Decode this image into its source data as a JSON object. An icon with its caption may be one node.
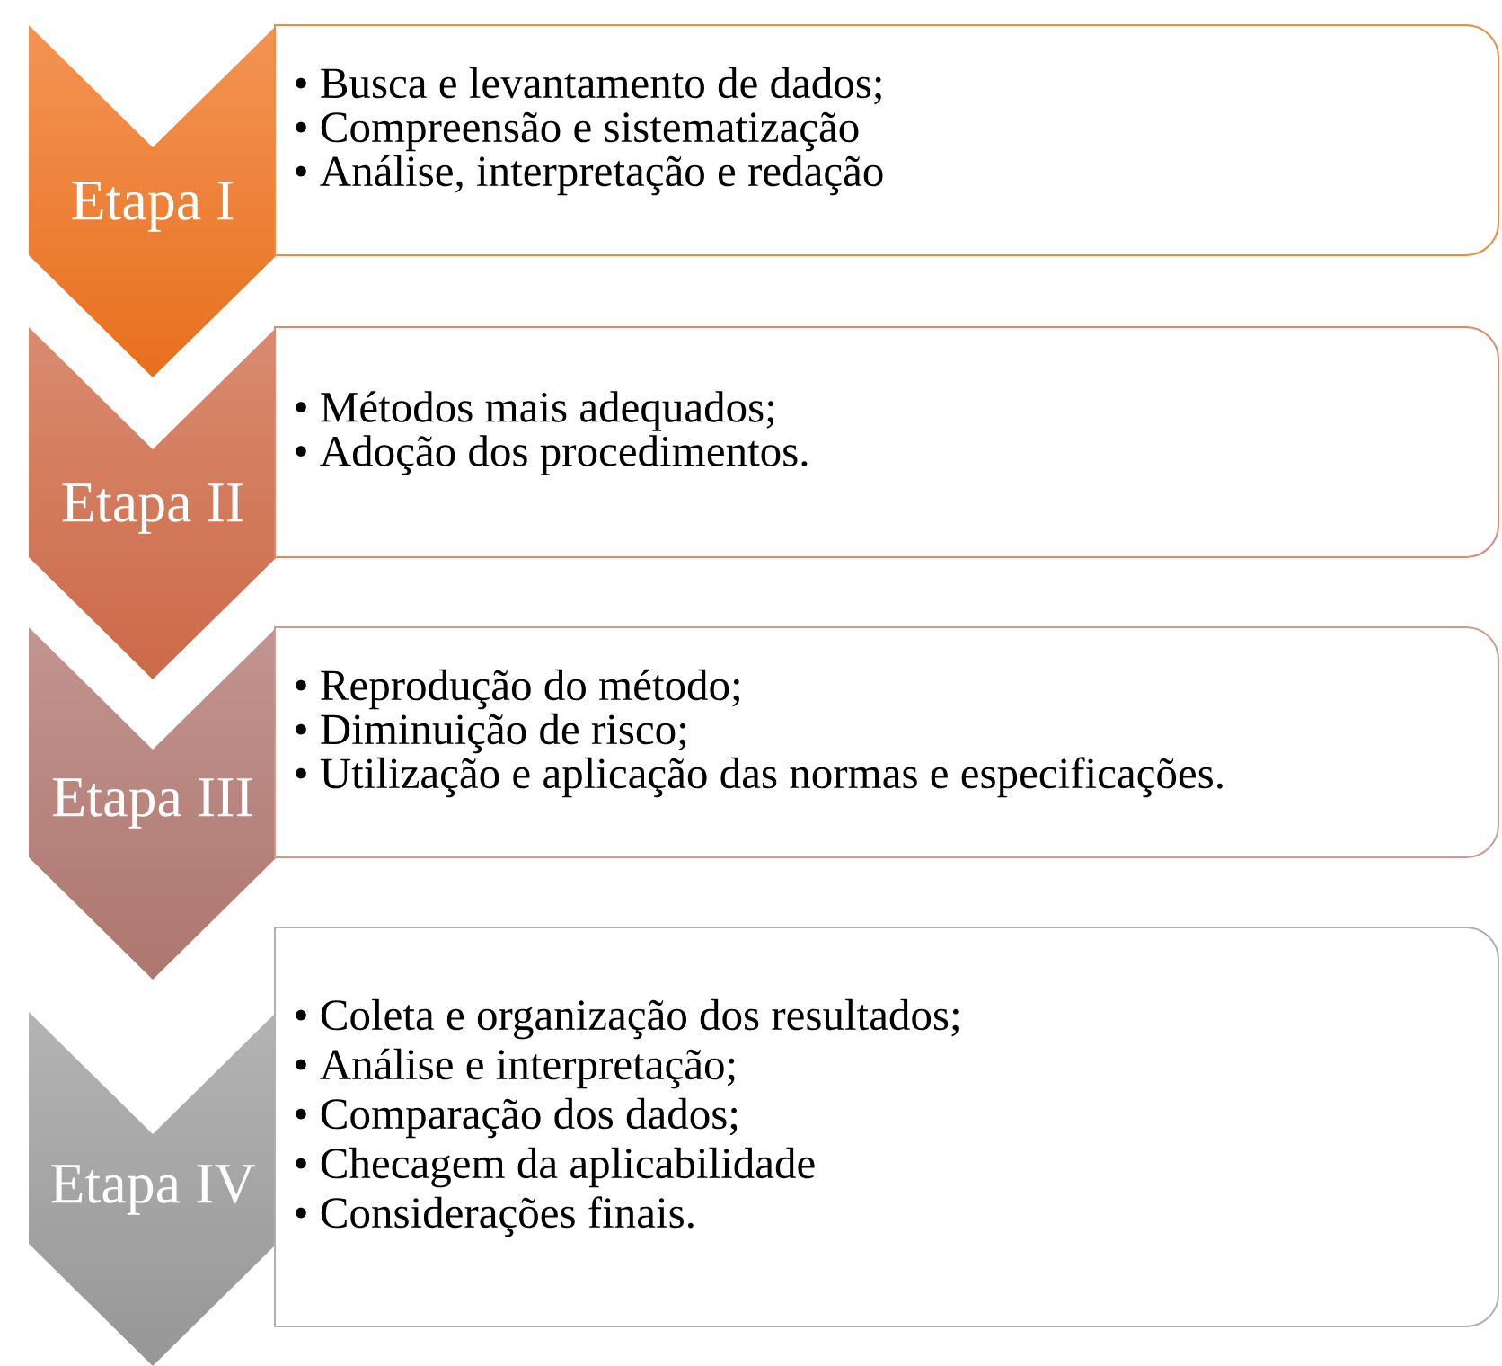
{
  "diagram": {
    "nodes": [
      {
        "text": [
          "Etapa I"
        ]
      },
      {
        "text": [
          "• Busca e levantamento de dados;",
          "• Compreensão e sistematização",
          "• Análise, interpretação e redação"
        ]
      },
      {
        "text": [
          "Etapa II"
        ]
      },
      {
        "text": [
          "• Métodos mais adequados;",
          "• Adoção dos procedimentos."
        ]
      },
      {
        "text": [
          "Etapa III"
        ]
      },
      {
        "text": [
          "• Reprodução do método;",
          "• Diminuição de risco;",
          "• Utilização e aplicação das normas e especificações."
        ]
      },
      {
        "text": [
          "Etapa IV"
        ]
      },
      {
        "text": [
          "• Coleta e organização dos resultados;",
          "• Análise e interpretação;",
          "• Comparação dos dados;",
          "• Checagem da aplicabilidade",
          "• Considerações finais."
        ]
      }
    ]
  }
}
